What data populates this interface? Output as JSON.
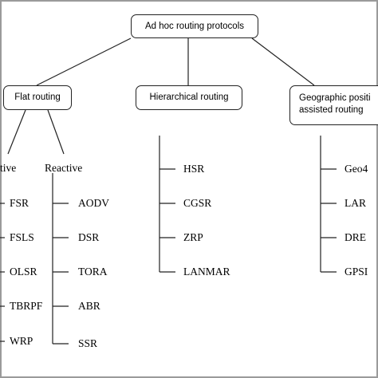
{
  "diagram": {
    "root": "Ad hoc routing protocols",
    "flat": {
      "label": "Flat routing",
      "proactive_label": "tive",
      "reactive_label": "Reactive",
      "proactive": [
        "FSR",
        "FSLS",
        "OLSR",
        "TBRPF",
        "WRP"
      ],
      "reactive": [
        "AODV",
        "DSR",
        "TORA",
        "ABR",
        "SSR"
      ]
    },
    "hierarchical": {
      "label": "Hierarchical routing",
      "items": [
        "HSR",
        "CGSR",
        "ZRP",
        "LANMAR"
      ]
    },
    "geographic": {
      "label_line1": "Geographic positi",
      "label_line2": "assisted routing",
      "items": [
        "Geo4",
        "LAR",
        "DRE",
        "GPSI"
      ]
    }
  }
}
